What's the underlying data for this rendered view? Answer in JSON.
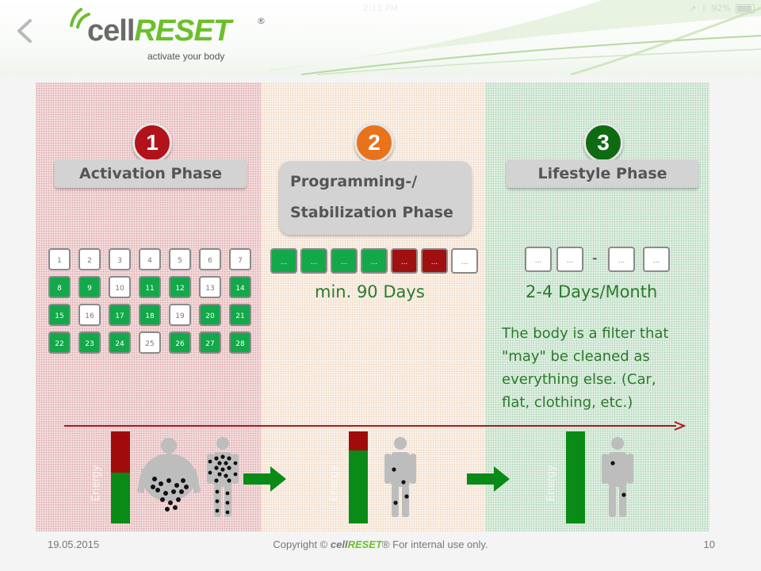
{
  "status_bar": {
    "time": "2:11 PM",
    "battery": "92%"
  },
  "logo": {
    "part1": "cell",
    "part2": "RESET",
    "reg": "®",
    "tagline": "activate your body"
  },
  "phases": [
    {
      "number": "1",
      "title": "Activation Phase",
      "color": "#b2121b"
    },
    {
      "number": "2",
      "title_line1": "Programming-/",
      "title_line2": "Stabilization Phase",
      "color": "#e8731b"
    },
    {
      "number": "3",
      "title": "Lifestyle Phase",
      "color": "#0f6b12"
    }
  ],
  "calendar": {
    "rows": [
      [
        {
          "d": "1",
          "c": "white"
        },
        {
          "d": "2",
          "c": "white"
        },
        {
          "d": "3",
          "c": "white"
        },
        {
          "d": "4",
          "c": "white"
        },
        {
          "d": "5",
          "c": "white"
        },
        {
          "d": "6",
          "c": "white"
        },
        {
          "d": "7",
          "c": "white"
        }
      ],
      [
        {
          "d": "8",
          "c": "green"
        },
        {
          "d": "9",
          "c": "green"
        },
        {
          "d": "10",
          "c": "white"
        },
        {
          "d": "11",
          "c": "green"
        },
        {
          "d": "12",
          "c": "green"
        },
        {
          "d": "13",
          "c": "white"
        },
        {
          "d": "14",
          "c": "green"
        }
      ],
      [
        {
          "d": "15",
          "c": "green"
        },
        {
          "d": "16",
          "c": "white"
        },
        {
          "d": "17",
          "c": "green"
        },
        {
          "d": "18",
          "c": "green"
        },
        {
          "d": "19",
          "c": "white"
        },
        {
          "d": "20",
          "c": "green"
        },
        {
          "d": "21",
          "c": "green"
        }
      ],
      [
        {
          "d": "22",
          "c": "green"
        },
        {
          "d": "23",
          "c": "green"
        },
        {
          "d": "24",
          "c": "green"
        },
        {
          "d": "25",
          "c": "white"
        },
        {
          "d": "26",
          "c": "green"
        },
        {
          "d": "27",
          "c": "green"
        },
        {
          "d": "28",
          "c": "green"
        }
      ]
    ]
  },
  "phase2_boxes": [
    {
      "d": "...",
      "c": "green"
    },
    {
      "d": "...",
      "c": "green"
    },
    {
      "d": "...",
      "c": "green"
    },
    {
      "d": "...",
      "c": "green"
    },
    {
      "d": "...",
      "c": "red"
    },
    {
      "d": "...",
      "c": "red"
    },
    {
      "d": "...",
      "c": "white"
    }
  ],
  "phase2_duration": "min. 90 Days",
  "phase3_boxes": [
    {
      "d": "...",
      "c": "white"
    },
    {
      "d": "...",
      "c": "white"
    },
    {
      "d": "...",
      "c": "white"
    },
    {
      "d": "...",
      "c": "white"
    }
  ],
  "phase3_separator": "-",
  "phase3_duration": "2-4 Days/Month",
  "phase3_description": [
    "The body is a filter that",
    "\"may\" be cleaned as",
    "everything else. (Car,",
    "flat, clothing, etc.)"
  ],
  "energy_bars": [
    {
      "label": "Energy",
      "green_fraction": 0.55
    },
    {
      "label": "Energy",
      "green_fraction": 0.79
    },
    {
      "label": "Energy",
      "green_fraction": 1.0
    }
  ],
  "colors": {
    "accent_green": "#6cbf2c",
    "bar_green": "#0a8a16",
    "bar_red": "#a00c0c",
    "arrow_red": "#b31318"
  },
  "footer": {
    "date": "19.05.2015",
    "copyright_prefix": "Copyright ©",
    "brand1": "cell",
    "brand2": "RESET",
    "reg": "®",
    "copyright_suffix": "For internal use only.",
    "page": "10"
  }
}
